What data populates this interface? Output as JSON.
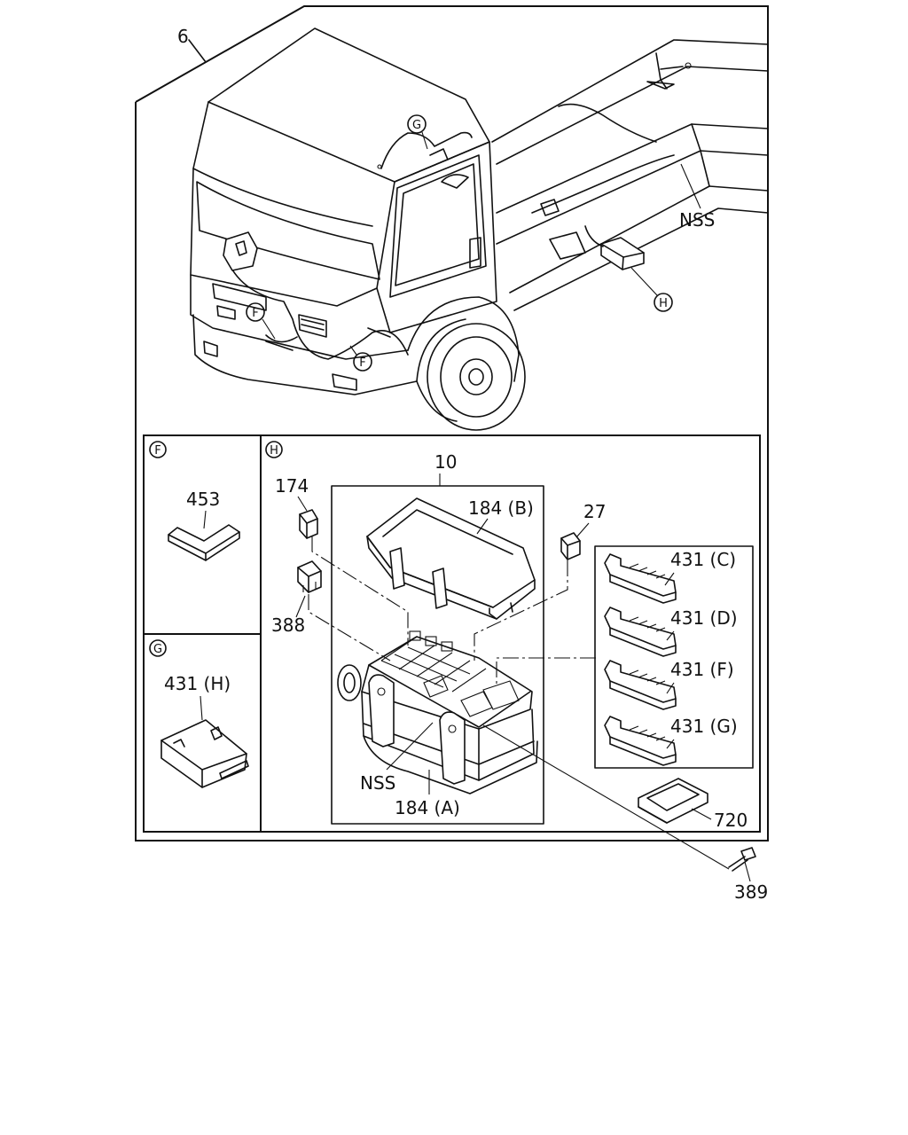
{
  "labels": {
    "harness": "6",
    "nss_top": "NSS",
    "callout_f1": "F",
    "callout_f2": "F",
    "callout_g": "G",
    "callout_h": "H",
    "panel_f": "F",
    "panel_g": "G",
    "panel_h": "H",
    "p453": "453",
    "p431h": "431 (H)",
    "p10": "10",
    "p174": "174",
    "p184b": "184 (B)",
    "p27": "27",
    "p388": "388",
    "p431c": "431 (C)",
    "p431d": "431 (D)",
    "p431f": "431 (F)",
    "p431g": "431 (G)",
    "nss_box": "NSS",
    "p184a": "184 (A)",
    "p720": "720",
    "p389": "389"
  }
}
